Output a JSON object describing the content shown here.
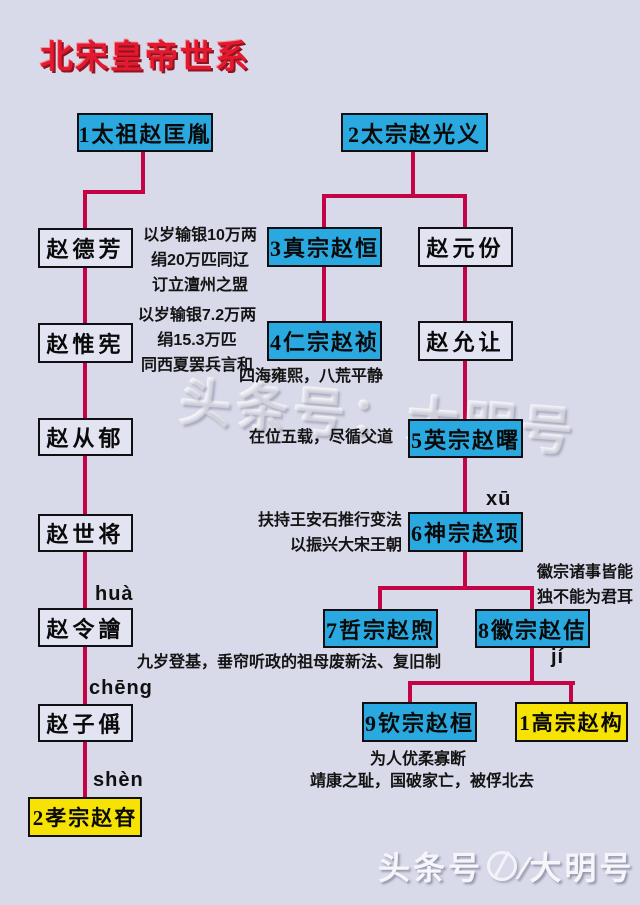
{
  "page": {
    "title": "北宋皇帝世系"
  },
  "colors": {
    "background": "#d8d9e9",
    "emperor_box": "#2aa9e0",
    "southern_song_box": "#f6e203",
    "relative_box": "#e3e4f2",
    "connector": "#c30345",
    "title": "#e4182e"
  },
  "nodes": [
    {
      "id": "taizu",
      "label": "1太祖赵匡胤",
      "variant": "blue"
    },
    {
      "id": "taizong",
      "label": "2太宗赵光义",
      "variant": "blue"
    },
    {
      "id": "defang",
      "label": "赵德芳",
      "variant": "plain"
    },
    {
      "id": "weixian",
      "label": "赵惟宪",
      "variant": "plain"
    },
    {
      "id": "congyu",
      "label": "赵从郁",
      "variant": "plain"
    },
    {
      "id": "shijiang",
      "label": "赵世将",
      "variant": "plain"
    },
    {
      "id": "linghua",
      "label": "赵令譮",
      "variant": "plain"
    },
    {
      "id": "zicheng",
      "label": "赵子偁",
      "variant": "plain"
    },
    {
      "id": "xiaozong",
      "label": "2孝宗赵昚",
      "variant": "yellow"
    },
    {
      "id": "zhenzong",
      "label": "3真宗赵恒",
      "variant": "blue"
    },
    {
      "id": "yuanfen",
      "label": "赵元份",
      "variant": "plain"
    },
    {
      "id": "renzong",
      "label": "4仁宗赵祯",
      "variant": "blue"
    },
    {
      "id": "yunrang",
      "label": "赵允让",
      "variant": "plain"
    },
    {
      "id": "yingzong",
      "label": "5英宗赵曙",
      "variant": "blue"
    },
    {
      "id": "shenzong",
      "label": "6神宗赵顼",
      "variant": "blue"
    },
    {
      "id": "zhezong",
      "label": "7哲宗赵煦",
      "variant": "blue"
    },
    {
      "id": "huizong",
      "label": "8徽宗赵佶",
      "variant": "blue"
    },
    {
      "id": "qinzong",
      "label": "9钦宗赵桓",
      "variant": "blue"
    },
    {
      "id": "gaozong",
      "label": "1高宗赵构",
      "variant": "yellow"
    }
  ],
  "annotations": [
    {
      "id": "chanzhou",
      "text": "以岁输银10万两\n绢20万匹同辽\n订立澶州之盟"
    },
    {
      "id": "xixia",
      "text": "以岁输银7.2万两\n绢15.3万匹\n同西夏罢兵言和"
    },
    {
      "id": "renzong_note",
      "text": "四海雍熙，八荒平静"
    },
    {
      "id": "yingzong_note",
      "text": "在位五载，尽循父道"
    },
    {
      "id": "shenzong_note",
      "text": "扶持王安石推行变法\n以振兴大宋王朝"
    },
    {
      "id": "huizong_note",
      "text": "徽宗诸事皆能\n独不能为君耳"
    },
    {
      "id": "zhezong_note",
      "text": "九岁登基，垂帘听政的祖母废新法、复旧制"
    },
    {
      "id": "qinzong_note1",
      "text": "为人优柔寡断"
    },
    {
      "id": "qinzong_note2",
      "text": "靖康之耻，国破家亡，被俘北去"
    }
  ],
  "pinyin": [
    {
      "id": "hua",
      "text": "huà"
    },
    {
      "id": "cheng",
      "text": "chēng"
    },
    {
      "id": "shen",
      "text": "shèn"
    },
    {
      "id": "xu",
      "text": "xū"
    },
    {
      "id": "ji",
      "text": "jí"
    }
  ],
  "watermark": {
    "middle": "头条号：大明号",
    "bottom_prefix": "头条号",
    "bottom_suffix": "∕大明号"
  }
}
